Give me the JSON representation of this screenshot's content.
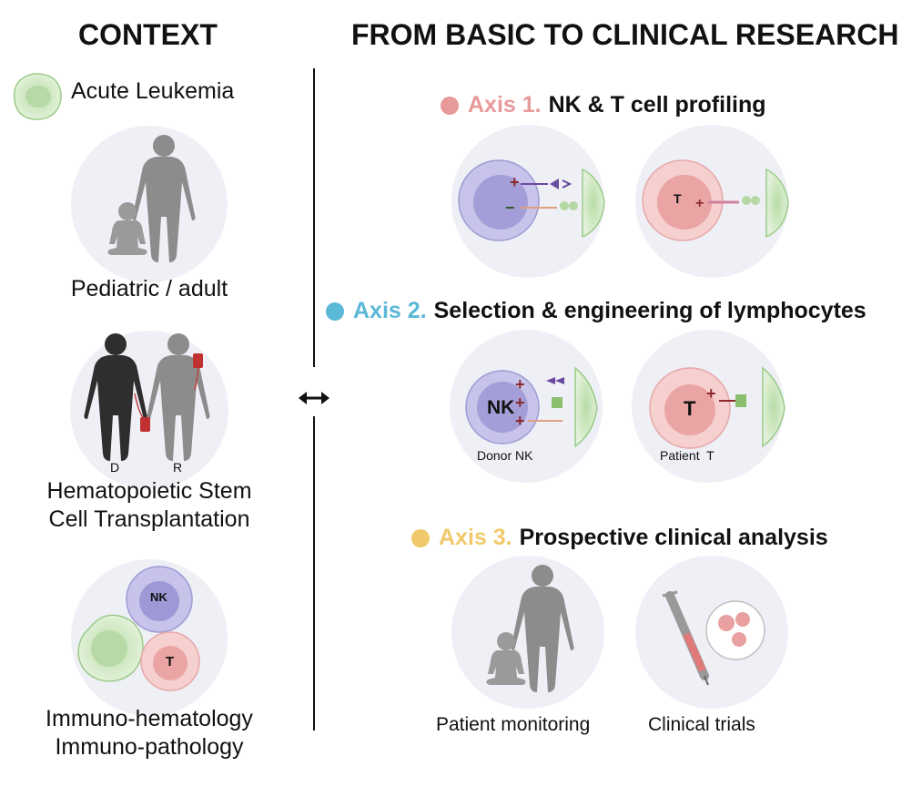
{
  "context": {
    "heading": "CONTEXT",
    "disease_label": "Acute Leukemia",
    "population_label": "Pediatric / adult",
    "donor_letter": "D",
    "recipient_letter": "R",
    "transplant_line1": "Hematopoietic Stem",
    "transplant_line2": "Cell Transplantation",
    "nk_letter": "NK",
    "t_letter": "T",
    "immuno_line1": "Immuno-hematology",
    "immuno_line2": "Immuno-pathology"
  },
  "research": {
    "heading": "FROM BASIC TO CLINICAL RESEARCH",
    "axis1": {
      "number": "Axis 1.",
      "title": "NK & T cell profiling",
      "color": "#e89a9a",
      "t_letter": "T"
    },
    "axis2": {
      "number": "Axis 2.",
      "title": "Selection & engineering of lymphocytes",
      "color": "#5bb8d6",
      "nk_letter": "NK",
      "t_letter": "T",
      "donor_label": "Donor NK",
      "patient_label": "Patient  T"
    },
    "axis3": {
      "number": "Axis 3.",
      "title": "Prospective clinical analysis",
      "color": "#f0c96a",
      "monitoring_label": "Patient monitoring",
      "trials_label": "Clinical trials"
    }
  },
  "colors": {
    "nk_cell": "#b3aede",
    "t_cell": "#f2bcbc",
    "leukemia_cell": "#cfe8c2",
    "bg_circle": "#eef0f6",
    "silhouette": "#8c8c8c",
    "marker": "#8b2a2a"
  }
}
